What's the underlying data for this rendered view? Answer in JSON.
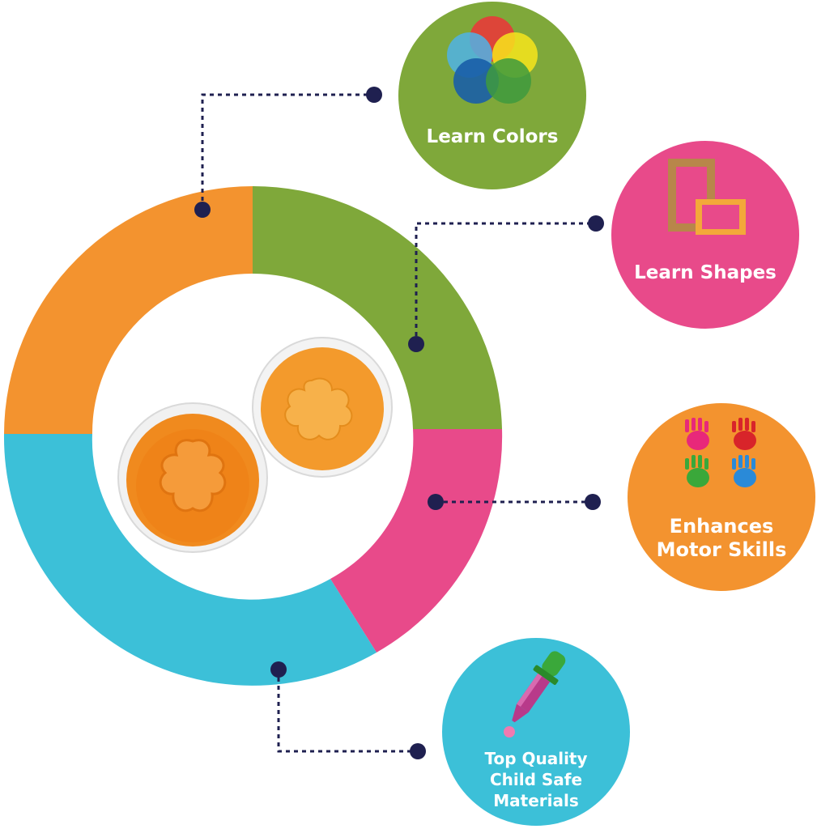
{
  "badges": {
    "colors": {
      "label": "Learn Colors",
      "color": "#7fa83a",
      "icon": "color-circles-icon"
    },
    "shapes": {
      "label": "Learn Shapes",
      "color": "#e84a8a",
      "icon": "picture-frames-icon"
    },
    "motor": {
      "label": "Enhances\nMotor Skills",
      "color": "#f3932f",
      "icon": "handprints-icon"
    },
    "safe": {
      "label": "Top Quality\nChild Safe\nMaterials",
      "color": "#3cc0d8",
      "icon": "dropper-icon"
    }
  },
  "ring": {
    "segments": [
      {
        "name": "orange",
        "color": "#f3932f"
      },
      {
        "name": "green",
        "color": "#7fa83a"
      },
      {
        "name": "pink",
        "color": "#e84a8a"
      },
      {
        "name": "cyan",
        "color": "#3cc0d8"
      }
    ]
  },
  "connector_color": "#1f2050",
  "dough_color": "#f08a1e"
}
